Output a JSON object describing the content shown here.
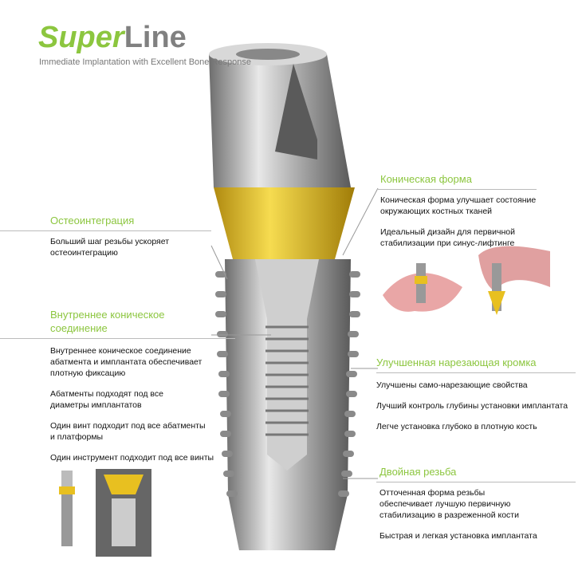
{
  "brand": {
    "logo_super": "Super",
    "logo_line": "Line",
    "tagline": "Immediate Implantation with Excellent Bone Response"
  },
  "sections": {
    "osseo": {
      "title": "Остеоинтеграция",
      "items": [
        "Больший шаг резьбы ускоряет остеоинтеграцию"
      ]
    },
    "internal": {
      "title": "Внутреннее коническое соединение",
      "items": [
        "Внутреннее коническое соединение абатмента и имплантата обеспечивает плотную фиксацию",
        "Абатменты подходят под все диаметры имплантатов",
        "Один винт подходит под все абатменты и платформы",
        "Один инструмент подходит под все винты"
      ]
    },
    "conical": {
      "title": "Коническая форма",
      "items": [
        "Коническая форма улучшает состояние окружающих костных тканей",
        "Идеальный дизайн для первичной стабилизации при синус-лифтинге"
      ]
    },
    "cutting": {
      "title": "Улучшенная нарезающая кромка",
      "items": [
        "Улучшены само-нарезающие свойства",
        "Лучший контроль глубины установки  имплантата",
        "Легче установка глубоко в плотную кость"
      ]
    },
    "double": {
      "title": "Двойная резьба",
      "items": [
        "Отточенная форма резьбы обеспечивает лучшую первичную стабилизацию в разреженной кости",
        "Быстрая и легкая установка имплантата"
      ]
    }
  },
  "colors": {
    "accent": "#8cc63f",
    "gold": "#e8c020",
    "metal": "#a8a8a8"
  }
}
